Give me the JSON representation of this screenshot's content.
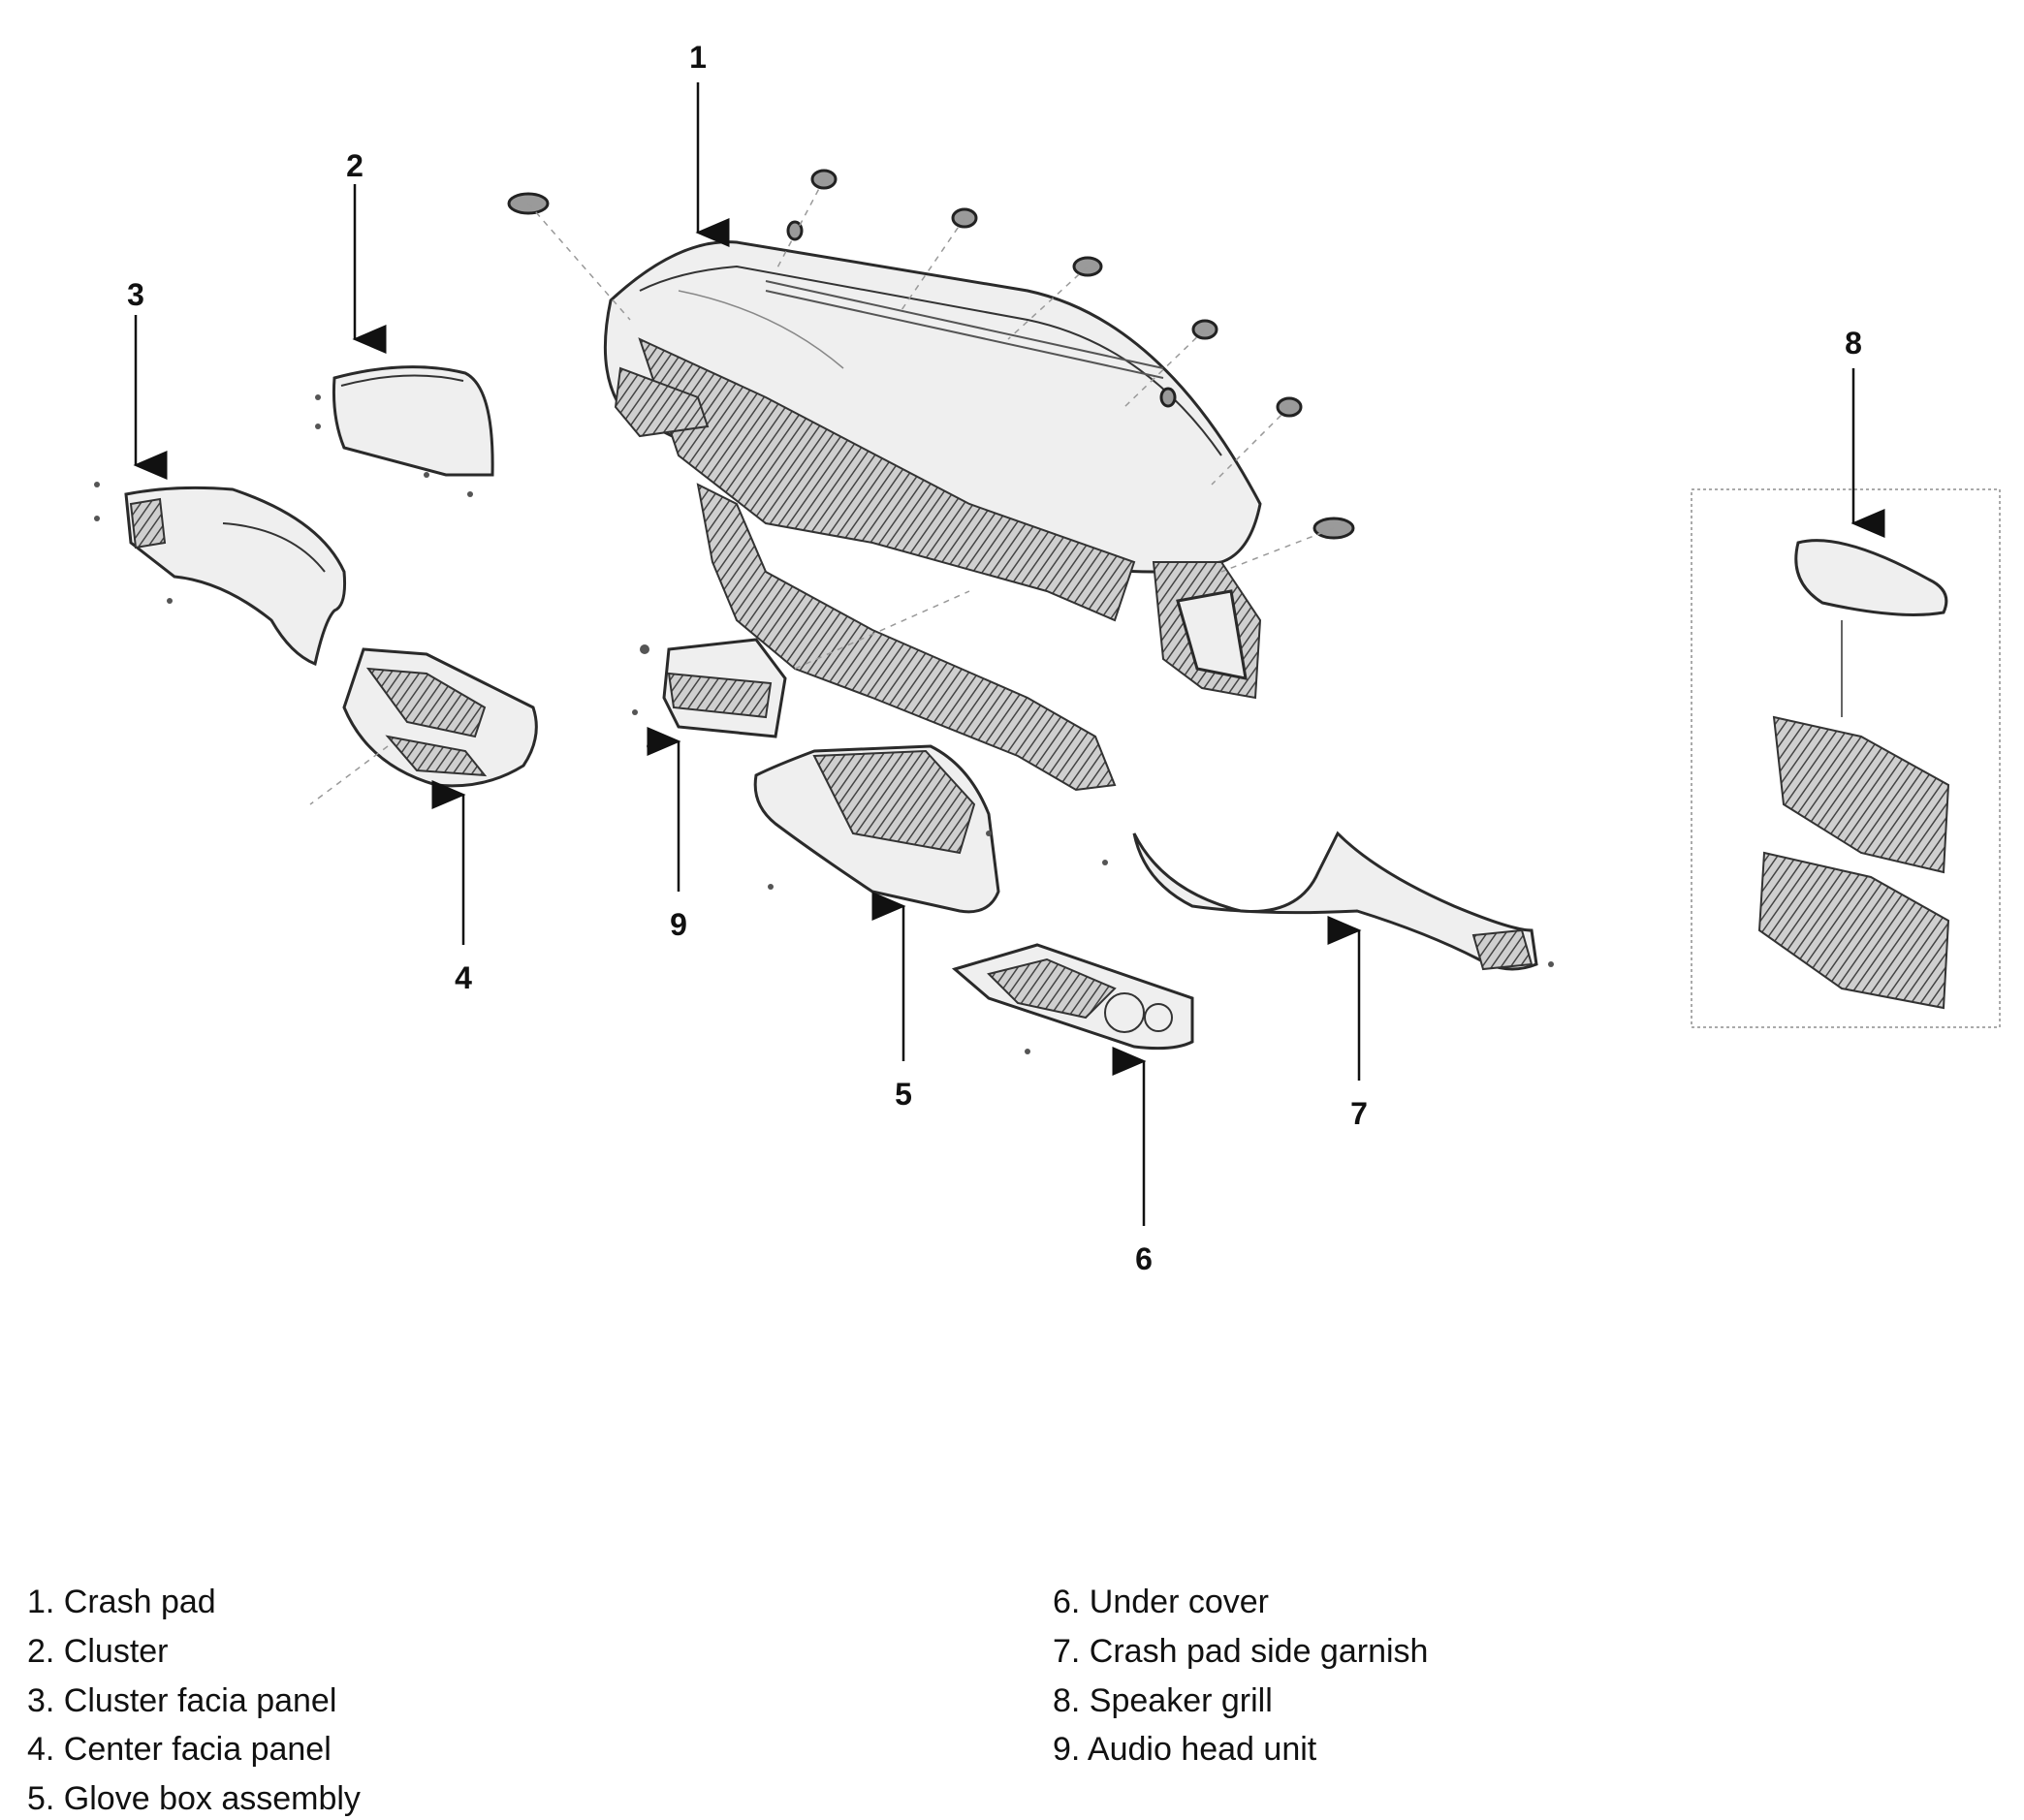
{
  "diagram": {
    "callouts": [
      {
        "id": "1",
        "label": "1"
      },
      {
        "id": "2",
        "label": "2"
      },
      {
        "id": "3",
        "label": "3"
      },
      {
        "id": "4",
        "label": "4"
      },
      {
        "id": "5",
        "label": "5"
      },
      {
        "id": "6",
        "label": "6"
      },
      {
        "id": "7",
        "label": "7"
      },
      {
        "id": "8",
        "label": "8"
      },
      {
        "id": "9",
        "label": "9"
      }
    ]
  },
  "legend": {
    "items": [
      "1. Crash pad",
      "2. Cluster",
      "3. Cluster facia panel",
      "4. Center facia panel",
      "5. Glove box assembly",
      "6. Under cover",
      "7. Crash pad side garnish",
      "8. Speaker grill",
      "9. Audio head unit"
    ]
  }
}
